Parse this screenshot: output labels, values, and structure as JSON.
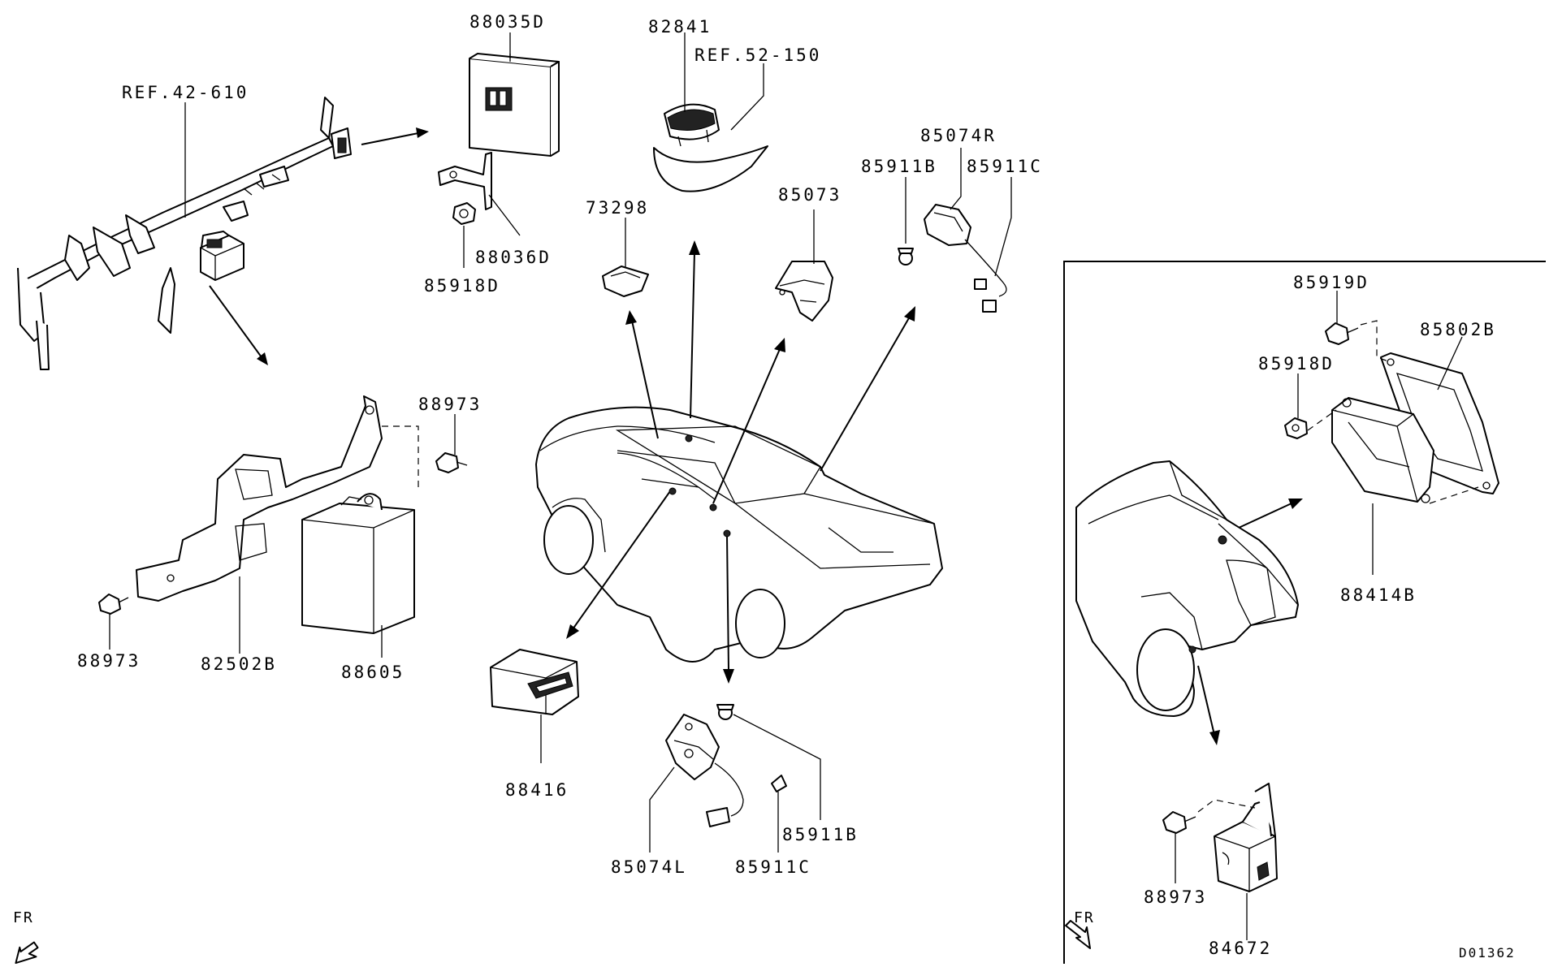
{
  "diagram": {
    "drawing_code": "D01362",
    "fr_marker": "FR",
    "parts": [
      {
        "id": "ref-42-610",
        "label": "REF.42-610"
      },
      {
        "id": "88035D",
        "label": "88035D"
      },
      {
        "id": "88036D",
        "label": "88036D"
      },
      {
        "id": "85918D-a",
        "label": "85918D"
      },
      {
        "id": "82841",
        "label": "82841"
      },
      {
        "id": "ref-52-150",
        "label": "REF.52-150"
      },
      {
        "id": "73298",
        "label": "73298"
      },
      {
        "id": "85073",
        "label": "85073"
      },
      {
        "id": "85074R",
        "label": "85074R"
      },
      {
        "id": "85911B-a",
        "label": "85911B"
      },
      {
        "id": "85911C-a",
        "label": "85911C"
      },
      {
        "id": "88973-a",
        "label": "88973"
      },
      {
        "id": "88973-b",
        "label": "88973"
      },
      {
        "id": "82502B",
        "label": "82502B"
      },
      {
        "id": "88605",
        "label": "88605"
      },
      {
        "id": "88416",
        "label": "88416"
      },
      {
        "id": "85074L",
        "label": "85074L"
      },
      {
        "id": "85911B-b",
        "label": "85911B"
      },
      {
        "id": "85911C-b",
        "label": "85911C"
      },
      {
        "id": "85919D",
        "label": "85919D"
      },
      {
        "id": "85918D-b",
        "label": "85918D"
      },
      {
        "id": "85802B",
        "label": "85802B"
      },
      {
        "id": "88414B",
        "label": "88414B"
      },
      {
        "id": "88973-c",
        "label": "88973"
      },
      {
        "id": "84672",
        "label": "84672"
      }
    ]
  }
}
